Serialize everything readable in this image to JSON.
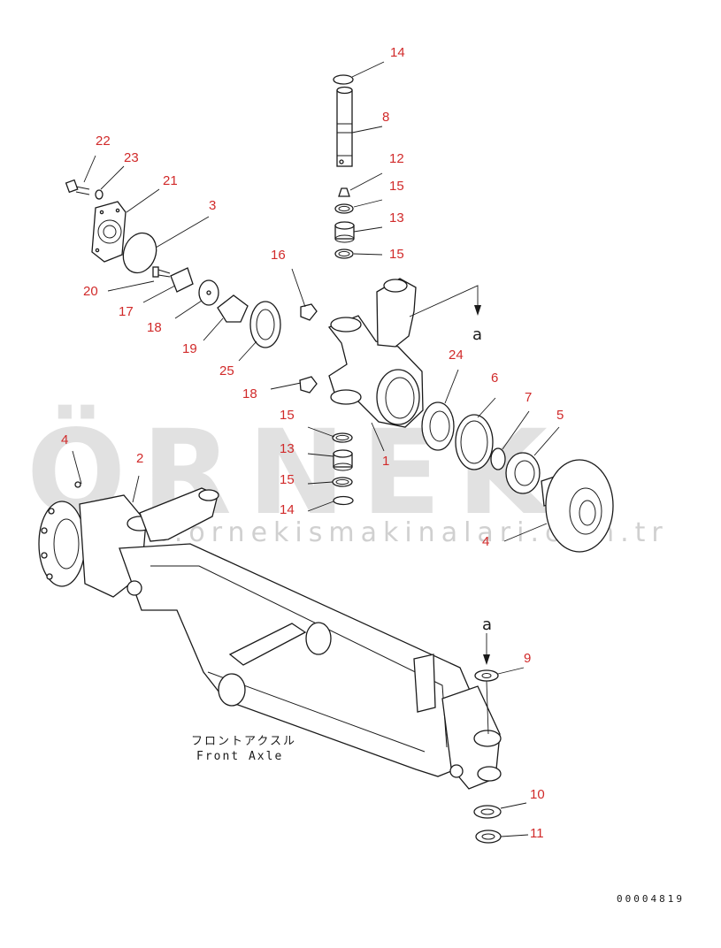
{
  "watermark": {
    "text": "ÖRNEK",
    "url": "www.ornekismakinalari.com.tr",
    "accent_color": "#f2d46a"
  },
  "caption": {
    "japanese": "フロントアクスル",
    "english": "Front Axle"
  },
  "drawing_number": "00004819",
  "section_marker": {
    "letter_top": "a",
    "letter_bottom": "a"
  },
  "callouts": {
    "c14_top": "14",
    "c8": "8",
    "c12": "12",
    "c15_a": "15",
    "c13_a": "13",
    "c15_b": "15",
    "c22": "22",
    "c23": "23",
    "c21": "21",
    "c3": "3",
    "c16": "16",
    "c20": "20",
    "c17": "17",
    "c18_a": "18",
    "c19": "19",
    "c25": "25",
    "c18_b": "18",
    "c24": "24",
    "c6": "6",
    "c7": "7",
    "c5": "5",
    "c1": "1",
    "c15_c": "15",
    "c13_b": "13",
    "c15_d": "15",
    "c14_b": "14",
    "c4_left": "4",
    "c2": "2",
    "c4_right": "4",
    "c9": "9",
    "c10": "10",
    "c11": "11"
  },
  "colors": {
    "callout": "#d12a2a",
    "line": "#1a1a1a",
    "background": "#ffffff"
  }
}
